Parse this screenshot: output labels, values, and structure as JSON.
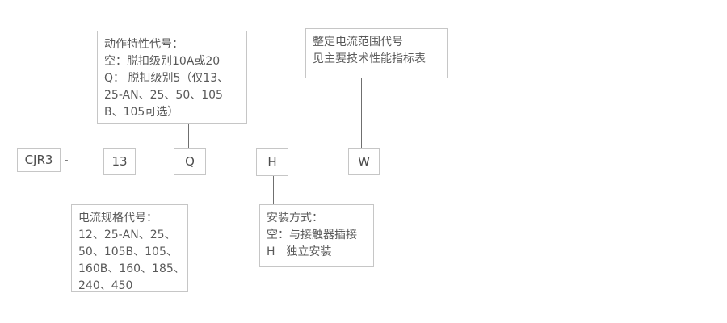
{
  "diagram": {
    "title_context": "CJR3 model designation diagram",
    "model": {
      "prefix": "CJR3",
      "separator": "-",
      "codes": {
        "current_spec": "13",
        "action": "Q",
        "mounting": "H",
        "range": "W"
      }
    },
    "callouts": {
      "action_characteristic": {
        "lines": {
          "0": "动作特性代号：",
          "1": "空：脱扣级别10A或20",
          "2": "Q： 脱扣级别5（仅13、",
          "3": "25-AN、25、50、105",
          "4": "B、105可选）"
        }
      },
      "setting_current_range": {
        "lines": {
          "0": "整定电流范围代号",
          "1": "见主要技术性能指标表"
        }
      },
      "current_spec": {
        "lines": {
          "0": "电流规格代号：",
          "1": "12、25-AN、25、",
          "2": "50、105B、105、",
          "3": "160B、160、185、",
          "4": "240、450"
        }
      },
      "mounting_type": {
        "lines": {
          "0": "安装方式：",
          "1": "空：与接触器插接",
          "2": "H　独立安装"
        }
      }
    },
    "colors": {
      "background": "#ffffff",
      "box_border": "#c6c6c6",
      "connector": "#6f6f6f",
      "text": "#595959"
    }
  }
}
